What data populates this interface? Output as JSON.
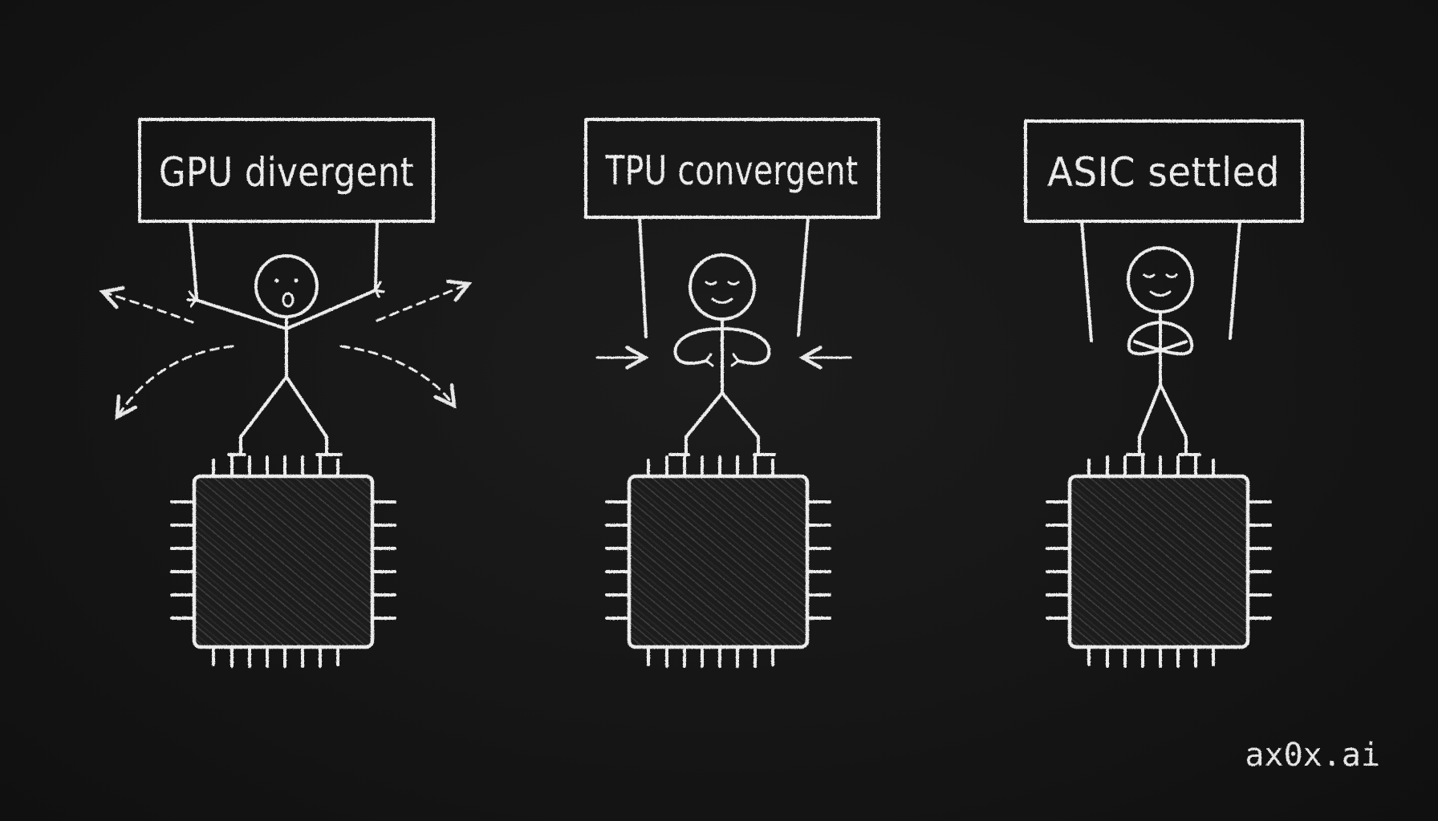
{
  "colors": {
    "background": "#141414",
    "chalk": "#ececec"
  },
  "signs": [
    {
      "label": "GPU divergent"
    },
    {
      "label": "TPU convergent"
    },
    {
      "label": "ASIC settled"
    }
  ],
  "watermark": "ax0x.ai"
}
